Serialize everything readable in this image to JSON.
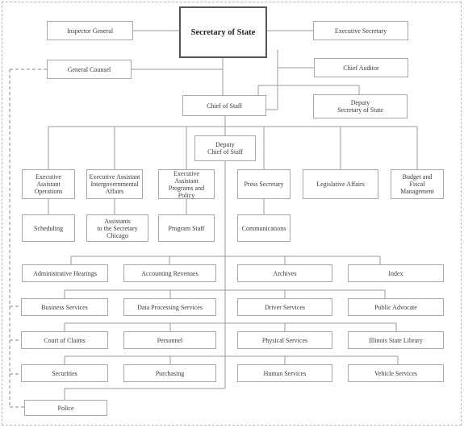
{
  "chart_title": "",
  "nodes": {
    "secretary": "Secretary of State",
    "inspector_general": "Inspector General",
    "executive_secretary": "Executive Secretary",
    "general_counsel": "General Counsel",
    "chief_auditor": "Chief Auditor",
    "chief_of_staff": "Chief of Staff",
    "deputy_secretary": "Deputy\nSecretary of State",
    "deputy_chief": "Deputy\nChief of Staff",
    "ea_operations": "Executive Assistant\nOperations",
    "ea_intergov": "Executive Assistant\nIntergovernmental\nAffairs",
    "ea_programs": "Executive\nAssistant\nPrograms and Policy",
    "press_secretary": "Press Secretary",
    "legislative_affairs": "Legislative Affairs",
    "budget": "Budget and\nFiscal\nManagement",
    "scheduling": "Scheduling",
    "assistants_chicago": "Assistants\nto the Secretary\nChicago",
    "program_staff": "Program Staff",
    "communications": "Communications",
    "admin_hearings": "Administrative Hearings",
    "accounting": "Accounting Revenues",
    "archives": "Archives",
    "index": "Index",
    "business_services": "Business Services",
    "data_processing": "Data Processing Services",
    "driver_services": "Driver Services",
    "public_advocate": "Public Advocate",
    "court_of_claims": "Court of Claims",
    "personnel": "Personnel",
    "physical_services": "Physical Services",
    "state_library": "Illinois State Library",
    "securities": "Securities",
    "purchasing": "Purchasing",
    "human_services": "Human Services",
    "vehicle_services": "Vehicle Services",
    "police": "Police"
  }
}
